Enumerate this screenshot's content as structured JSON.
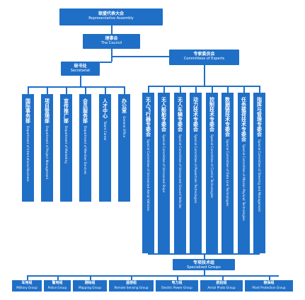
{
  "top": {
    "cn": "联盟代表大会",
    "en": "Representative Assembly"
  },
  "council": {
    "cn": "理事会",
    "en": "The Council"
  },
  "secretariat": {
    "cn": "秘书处",
    "en": "Secretariat"
  },
  "experts": {
    "cn": "专家委员会",
    "en": "Committees of Experts"
  },
  "departments": [
    {
      "cn": "国际事务部",
      "en": "Department of International Business"
    },
    {
      "cn": "项目管理部",
      "en": "Department of Project Management"
    },
    {
      "cn": "宣传推广部",
      "en": "Department of Marketing"
    },
    {
      "cn": "会员服务部",
      "en": "Department of Member Services"
    },
    {
      "cn": "人才中心",
      "en": "Talent Center"
    },
    {
      "cn": "办公室",
      "en": "General Office"
    }
  ],
  "committees": [
    {
      "cn": "无人飞行器专委会",
      "en": "Special Committee of Unmanned Aerial Vehicles"
    },
    {
      "cn": "无人船舶专委会",
      "en": "Special Committee of Unmanned Ships"
    },
    {
      "cn": "无人车辆专委会",
      "en": "Special Committee of Unmanned Ground Vehicles"
    },
    {
      "cn": "动力技术专委会",
      "en": "Special Committee of Powertrain Technologies"
    },
    {
      "cn": "控制技术专委会",
      "en": "Special Committee of Control Technologies"
    },
    {
      "cn": "数据链技术专委会",
      "en": "Special Committee of Data Link Technologies"
    },
    {
      "cn": "任务载荷技术专委会",
      "en": "Special Committee of Mission Payload Technologies"
    },
    {
      "cn": "指挥与管理专委会",
      "en": "Special Committee of Steering and Management"
    }
  ],
  "specialized": {
    "cn": "专项技术组",
    "en": "Specialized Groups"
  },
  "groups": [
    {
      "cn": "军用组",
      "en": "Military Group"
    },
    {
      "cn": "警用组",
      "en": "Police Group"
    },
    {
      "cn": "测绘组",
      "en": "Mapping Group"
    },
    {
      "cn": "遥感组",
      "en": "Remote Sensing Group"
    },
    {
      "cn": "电力组",
      "en": "Electric Power Group"
    },
    {
      "cn": "航拍组",
      "en": "Aerial Photo Group"
    },
    {
      "cn": "植保组",
      "en": "Plant Protection Group"
    }
  ],
  "colors": {
    "box": "#1f6fc7",
    "text": "#ffffff",
    "background": "#ffffff"
  }
}
